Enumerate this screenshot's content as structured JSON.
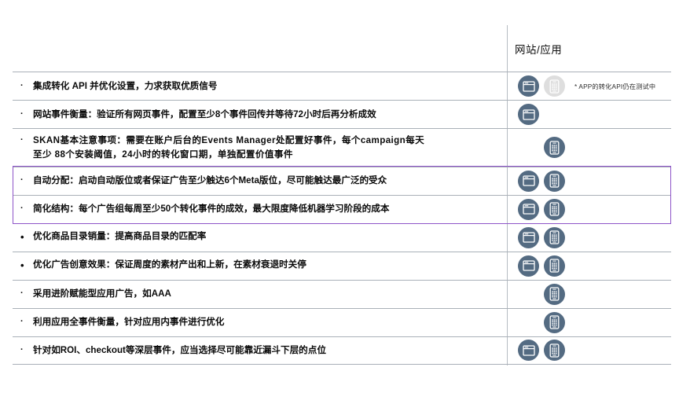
{
  "slide": {
    "column_header": "网站/应用",
    "accent_highlight_color": "#8e54c8",
    "icon_color": "#546b82",
    "icon_muted_color": "#dedede",
    "rule_color": "#a9b0b8"
  },
  "footnote": {
    "text": "* APP的转化API仍在测试中"
  },
  "icons": {
    "website": "browser-window-icon",
    "app": "mobile-phone-icon"
  },
  "rows": [
    {
      "bullet": "·",
      "text": "集成转化 API 并优化设置，力求获取优质信号",
      "website": true,
      "app": "muted",
      "note": true
    },
    {
      "bullet": "·",
      "text": "网站事件衡量：验证所有网页事件，配置至少8个事件回传并等待72小时后再分析成效",
      "website": true,
      "app": false,
      "note": false
    },
    {
      "bullet": "·",
      "text": "SKAN基本注意事项：需要在账户后台的Events Manager处配置好事件，每个campaign每天\n至少 88个安装阈值，24小时的转化窗口期，单独配置价值事件",
      "website": false,
      "app": true,
      "note": false
    },
    {
      "bullet": "·",
      "text": "自动分配：启动自动版位或者保证广告至少触达6个Meta版位，尽可能触达最广泛的受众",
      "website": true,
      "app": true,
      "note": false
    },
    {
      "bullet": "·",
      "text": "简化结构：每个广告组每周至少50个转化事件的成效，最大限度降低机器学习阶段的成本",
      "website": true,
      "app": true,
      "note": false
    },
    {
      "bullet": "•",
      "text": " 优化商品目录销量：提高商品目录的匹配率",
      "website": true,
      "app": true,
      "note": false
    },
    {
      "bullet": "•",
      "text": " 优化广告创意效果：保证周度的素材产出和上新，在素材衰退时关停",
      "website": true,
      "app": true,
      "note": false
    },
    {
      "bullet": "·",
      "text": "采用进阶赋能型应用广告，如AAA",
      "website": false,
      "app": true,
      "note": false
    },
    {
      "bullet": "·",
      "text": "利用应用全事件衡量，针对应用内事件进行优化",
      "website": false,
      "app": true,
      "note": false
    },
    {
      "bullet": "·",
      "text": "针对如ROI、checkout等深层事件，应当选择尽可能靠近漏斗下层的点位",
      "website": true,
      "app": true,
      "note": false
    }
  ]
}
